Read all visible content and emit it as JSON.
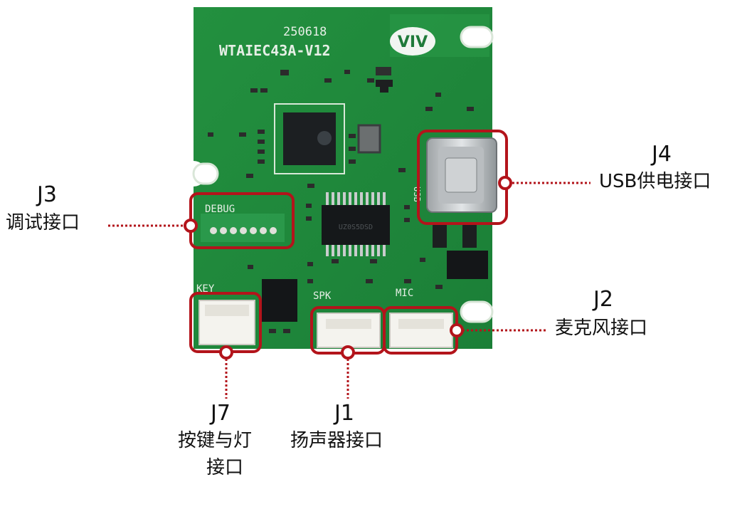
{
  "board": {
    "date_code": "250618",
    "model": "WTAIEC43A-V12",
    "logo_text": "VIV",
    "silkscreen": {
      "debug": "DEBUG",
      "usb": "USB",
      "key": "KEY",
      "spk": "SPK",
      "mic": "MIC"
    },
    "chip_marking": "UZ0S5DSD"
  },
  "callouts": {
    "j3": {
      "id": "J3",
      "name": "调试接口"
    },
    "j4": {
      "id": "J4",
      "name": "USB供电接口"
    },
    "j2": {
      "id": "J2",
      "name": "麦克风接口"
    },
    "j7": {
      "id": "J7",
      "name_line1": "按键与灯",
      "name_line2": "接口"
    },
    "j1": {
      "id": "J1",
      "name": "扬声器接口"
    }
  },
  "colors": {
    "pcb_green": "#1f8a3c",
    "highlight_red": "#b3141b",
    "silkscreen": "#e6efe6"
  }
}
